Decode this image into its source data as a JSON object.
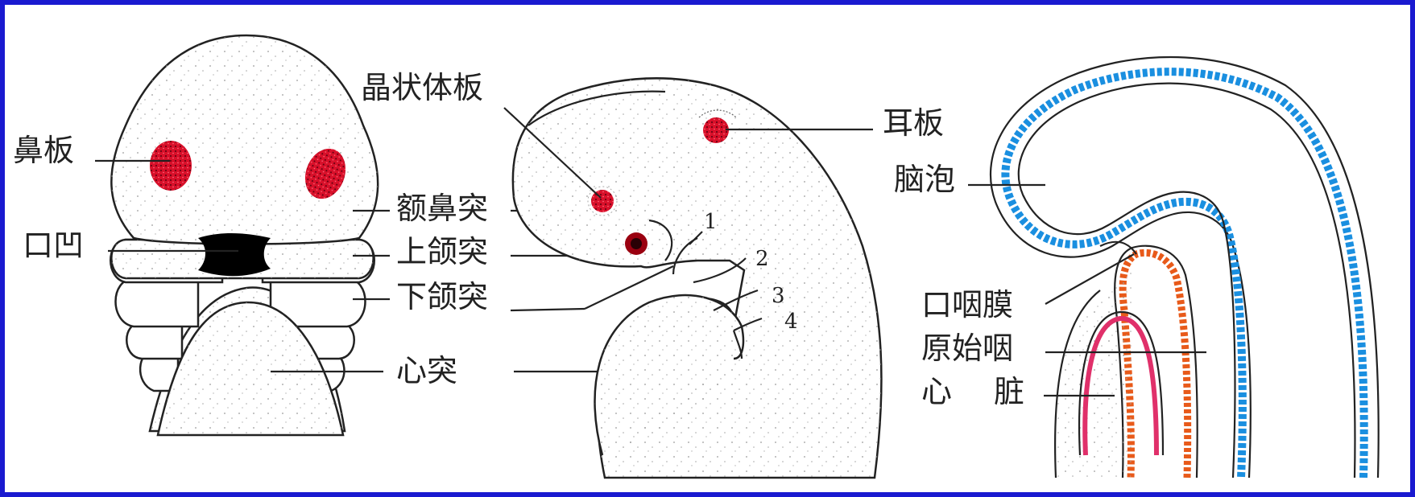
{
  "labels": {
    "left": {
      "nasal_placode": "鼻板",
      "stomodeum": "口凹"
    },
    "center": {
      "lens_placode": "晶状体板",
      "frontonasal_prominence": "额鼻突",
      "maxillary_prominence": "上颌突",
      "mandibular_prominence": "下颌突",
      "cardiac_prominence": "心突",
      "otic_placode": "耳板"
    },
    "arch_numbers": [
      "1",
      "2",
      "3",
      "4"
    ],
    "right": {
      "brain_vesicle": "脑泡",
      "oropharyngeal_membrane": "口咽膜",
      "primitive_pharynx": "原始咽",
      "heart_left": "心",
      "heart_right": "脏"
    }
  },
  "colors": {
    "border": "#1a1ad0",
    "placode_red": "#d8102a",
    "ectoderm_blue": "#1a8fe0",
    "endoderm_orange": "#e85a1a",
    "heart_pink": "#e0306a"
  }
}
